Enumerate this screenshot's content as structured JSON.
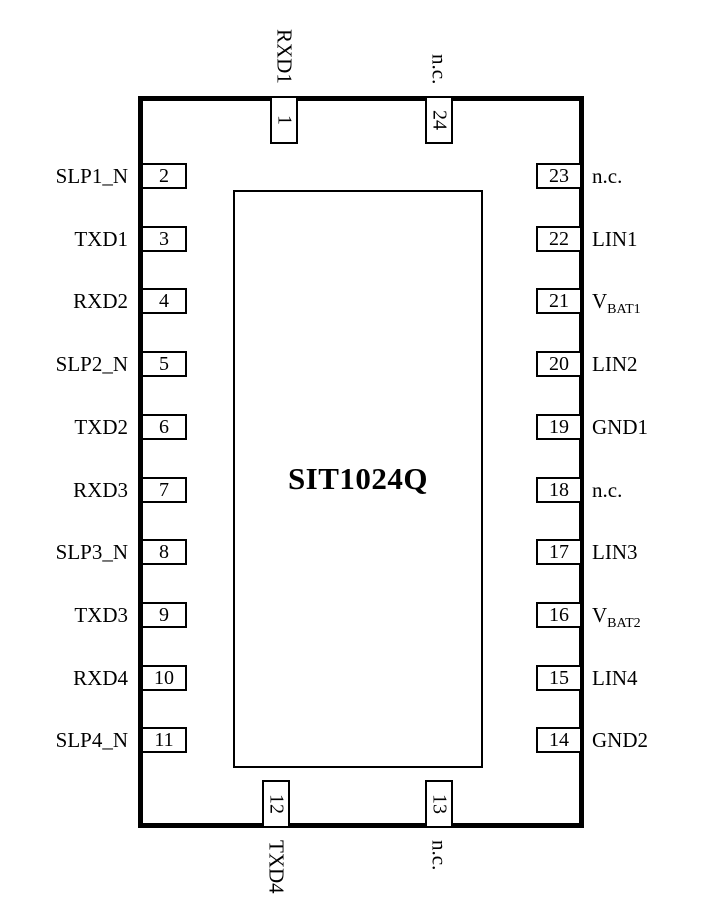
{
  "chip": {
    "name": "SIT1024Q"
  },
  "pins": {
    "top": [
      {
        "num": "1",
        "label": "RXD1"
      },
      {
        "num": "24",
        "label": "n.c."
      }
    ],
    "bottom": [
      {
        "num": "12",
        "label": "TXD4"
      },
      {
        "num": "13",
        "label": "n.c."
      }
    ],
    "left": [
      {
        "num": "2",
        "label": "SLP1_N"
      },
      {
        "num": "3",
        "label": "TXD1"
      },
      {
        "num": "4",
        "label": "RXD2"
      },
      {
        "num": "5",
        "label": "SLP2_N"
      },
      {
        "num": "6",
        "label": "TXD2"
      },
      {
        "num": "7",
        "label": "RXD3"
      },
      {
        "num": "8",
        "label": "SLP3_N"
      },
      {
        "num": "9",
        "label": "TXD3"
      },
      {
        "num": "10",
        "label": "RXD4"
      },
      {
        "num": "11",
        "label": "SLP4_N"
      }
    ],
    "right": [
      {
        "num": "23",
        "label": "n.c."
      },
      {
        "num": "22",
        "label": "LIN1"
      },
      {
        "num": "21",
        "label": "V",
        "sub": "BAT1"
      },
      {
        "num": "20",
        "label": "LIN2"
      },
      {
        "num": "19",
        "label": "GND1"
      },
      {
        "num": "18",
        "label": "n.c."
      },
      {
        "num": "17",
        "label": "LIN3"
      },
      {
        "num": "16",
        "label": "V",
        "sub": "BAT2"
      },
      {
        "num": "15",
        "label": "LIN4"
      },
      {
        "num": "14",
        "label": "GND2"
      }
    ]
  },
  "colors": {
    "line": "#000000",
    "background": "#ffffff"
  }
}
